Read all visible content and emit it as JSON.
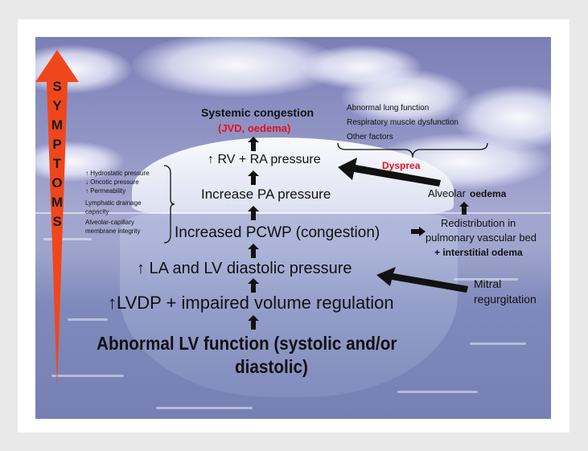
{
  "symptoms_letters": [
    "S",
    "Y",
    "M",
    "P",
    "T",
    "O",
    "M",
    "S"
  ],
  "nodes": {
    "systemic_congestion": "Systemic congestion",
    "jvd_oedema": "(JVD, oedema)",
    "rv_ra": "↑ RV + RA pressure",
    "pa": "Increase PA pressure",
    "pcwp": "Increased PCWP (congestion)",
    "la_lv": "↑ LA and LV diastolic pressure",
    "lvdp": "↑LVDP + impaired volume regulation",
    "abnormal_lv_1": "Abnormal LV function (systolic and/or",
    "abnormal_lv_2": "diastolic)"
  },
  "lung": {
    "line1": "Abnormal lung function",
    "line2": "Respiratory muscle dysfunction",
    "line3": "Other factors",
    "dyspnea": "Dysprea"
  },
  "factors": {
    "hydrostatic": "↑ Hydrostatic pressure",
    "oncotic": "↓ Oncotic pressure",
    "permeability": "↑ Permeability",
    "lymphatic_1": "Lymphatic drainage",
    "lymphatic_2": "capacity",
    "alveolar_cap_1": "Alveolar-capillary",
    "alveolar_cap_2": "membrane integrity"
  },
  "right": {
    "alveolar": "Alveolar",
    "oedema": "oedema",
    "redistribution_1": "Redistribution in",
    "redistribution_2": "pulmonary vascular bed",
    "interstitial": "+ interstitial odema",
    "mitral_1": "Mitral",
    "mitral_2": "regurgitation"
  },
  "colors": {
    "symptoms_arrow": "#f0461c",
    "highlight_red": "#e8101a",
    "text": "#111111"
  }
}
